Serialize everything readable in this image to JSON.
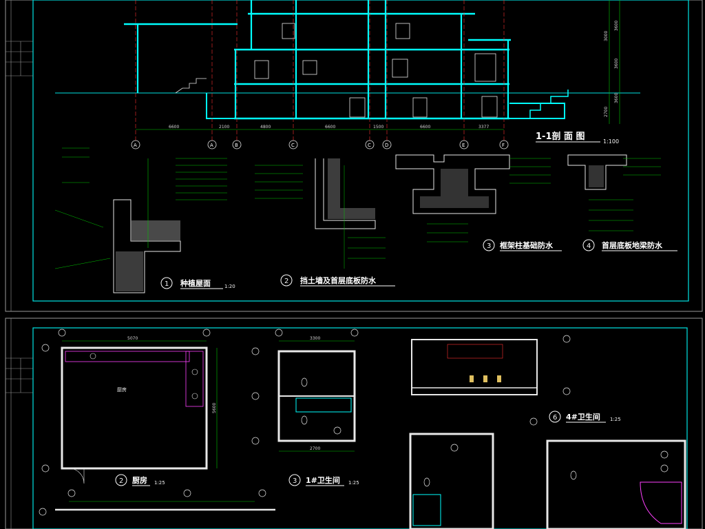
{
  "sheet_top": {
    "section": {
      "title": "1-1剖 面 图",
      "scale": "1:100"
    },
    "grid_axes": [
      "A",
      "A",
      "B",
      "C",
      "C",
      "D",
      "E",
      "F"
    ],
    "span_dims": [
      "6600",
      "2100",
      "4800",
      "6600",
      "1500",
      "6600",
      "3377"
    ],
    "elev_dims": [
      "3600",
      "3600",
      "3600",
      "3000",
      "2700"
    ],
    "details": [
      {
        "num": "1",
        "title": "种植屋面",
        "scale": "1:20"
      },
      {
        "num": "2",
        "title": "挡土墙及首层底板防水",
        "scale": ""
      },
      {
        "num": "3",
        "title": "框架柱基础防水",
        "scale": ""
      },
      {
        "num": "4",
        "title": "首层底板地梁防水",
        "scale": ""
      }
    ]
  },
  "sheet_bottom": {
    "rooms": [
      {
        "num": "2",
        "title": "厨房",
        "scale": "1:25",
        "room_label": "厨房"
      },
      {
        "num": "3",
        "title": "1#卫生间",
        "scale": "1:25"
      },
      {
        "num": "6",
        "title": "4#卫生间",
        "scale": "1:25"
      }
    ],
    "kitchen_dims": {
      "width": "5070",
      "height": "5600"
    },
    "bath1_dims": {
      "width": "2700",
      "top": "3300"
    }
  },
  "colors": {
    "frame": "#00e5e5",
    "wall": "#00ffff",
    "grid": "#ff3030",
    "dim": "#00c800",
    "text": "#ffffff",
    "hatch": "#ff40ff",
    "note": "#ffff66"
  }
}
